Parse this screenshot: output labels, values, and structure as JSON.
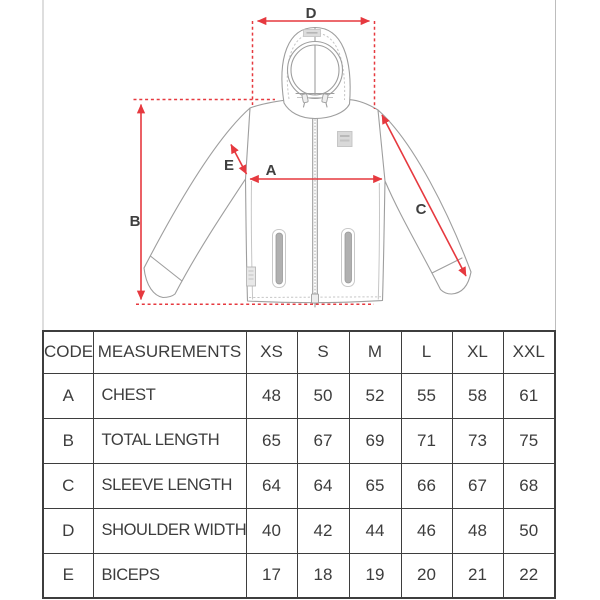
{
  "colors": {
    "accent_red": "#e6393f",
    "line_gray": "#9e9e9e",
    "line_light": "#c6c6c6",
    "border_dark": "#3e3e3e",
    "text_dark": "#3d3d3d"
  },
  "diagram": {
    "description": "hooded-jacket-measurement-diagram",
    "labels": {
      "A": "A",
      "B": "B",
      "C": "C",
      "D": "D",
      "E": "E"
    }
  },
  "table": {
    "headers": [
      "CODE",
      "MEASUREMENTS",
      "XS",
      "S",
      "M",
      "L",
      "XL",
      "XXL"
    ],
    "rows": [
      {
        "code": "A",
        "label": "CHEST",
        "values": [
          48,
          50,
          52,
          55,
          58,
          61
        ]
      },
      {
        "code": "B",
        "label": "TOTAL LENGTH",
        "values": [
          65,
          67,
          69,
          71,
          73,
          75
        ]
      },
      {
        "code": "C",
        "label": "SLEEVE LENGTH",
        "values": [
          64,
          64,
          65,
          66,
          67,
          68
        ]
      },
      {
        "code": "D",
        "label": "SHOULDER WIDTH",
        "values": [
          40,
          42,
          44,
          46,
          48,
          50
        ]
      },
      {
        "code": "E",
        "label": "BICEPS",
        "values": [
          17,
          18,
          19,
          20,
          21,
          22
        ]
      }
    ]
  },
  "chart_data": {
    "type": "table",
    "title": "Jacket size chart with measurement diagram",
    "columns": [
      "CODE",
      "MEASUREMENTS",
      "XS",
      "S",
      "M",
      "L",
      "XL",
      "XXL"
    ],
    "rows": [
      [
        "A",
        "CHEST",
        48,
        50,
        52,
        55,
        58,
        61
      ],
      [
        "B",
        "TOTAL LENGTH",
        65,
        67,
        69,
        71,
        73,
        75
      ],
      [
        "C",
        "SLEEVE LENGTH",
        64,
        64,
        65,
        66,
        67,
        68
      ],
      [
        "D",
        "SHOULDER WIDTH",
        40,
        42,
        44,
        46,
        48,
        50
      ],
      [
        "E",
        "BICEPS",
        17,
        18,
        19,
        20,
        21,
        22
      ]
    ],
    "notes": "A=chest width, B=total length, C=sleeve length, D=shoulder width, E=biceps; arrows drawn on jacket sketch"
  }
}
